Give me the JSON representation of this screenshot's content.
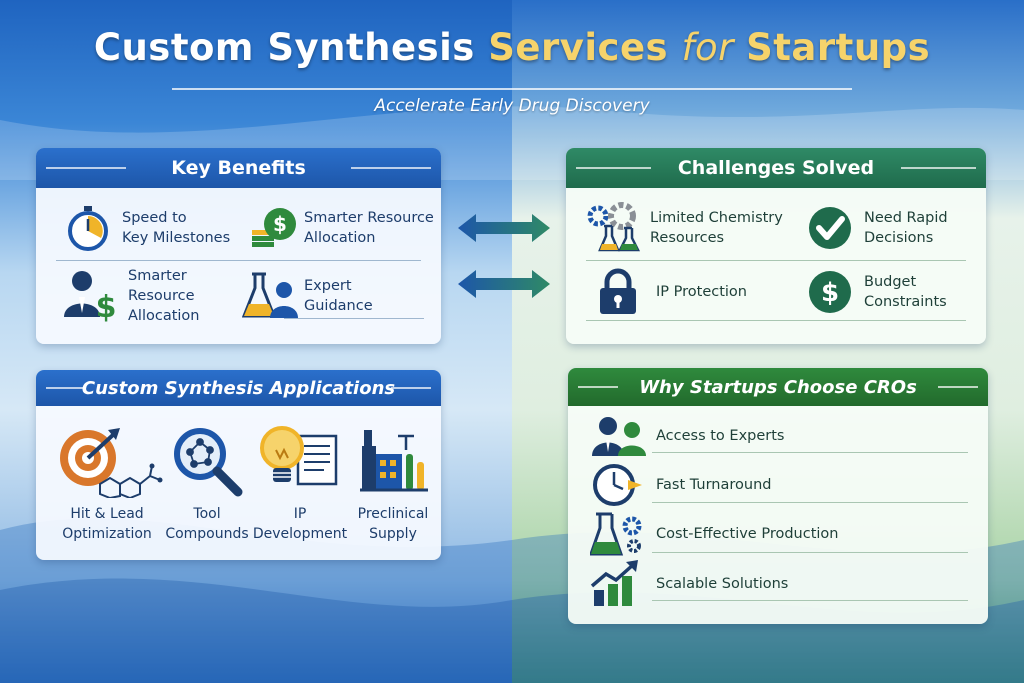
{
  "header": {
    "title_part1": "Custom Synthesis ",
    "title_part2": "Services ",
    "title_part3": "for ",
    "title_part4": "Startups",
    "subtitle": "Accelerate Early Drug Discovery"
  },
  "key_benefits": {
    "title": "Key Benefits",
    "items": [
      {
        "line1": "Speed to",
        "line2": "Key Milestones",
        "icon": "stopwatch-icon"
      },
      {
        "line1": "Smarter Resource",
        "line2": "Allocation",
        "icon": "money-icon"
      },
      {
        "line1": "Smarter",
        "line2": "Resource",
        "line3": "Allocation",
        "icon": "person-dollar-icon"
      },
      {
        "line1": "Expert",
        "line2": "Guidance",
        "icon": "flask-person-icon"
      }
    ]
  },
  "challenges": {
    "title": "Challenges Solved",
    "items": [
      {
        "line1": "Limited Chemistry",
        "line2": "Resources",
        "icon": "gears-flask-icon"
      },
      {
        "line1": "Need Rapid",
        "line2": "Decisions",
        "icon": "checkmark-icon"
      },
      {
        "line1": "IP Protection",
        "icon": "lock-icon"
      },
      {
        "line1": "Budget",
        "line2": "Constraints",
        "icon": "dollar-icon"
      }
    ]
  },
  "applications": {
    "title": "Custom Synthesis Applications",
    "items": [
      {
        "line1": "Hit & Lead",
        "line2": "Optimization",
        "icon": "target-molecule-icon"
      },
      {
        "line1": "Tool",
        "line2": "Compounds",
        "icon": "magnifier-molecule-icon"
      },
      {
        "line1": "IP",
        "line2": "Development",
        "icon": "lightbulb-document-icon"
      },
      {
        "line1": "Preclinical",
        "line2": "Supply",
        "icon": "factory-icon"
      }
    ]
  },
  "why_cros": {
    "title": "Why Startups Choose CROs",
    "items": [
      {
        "label": "Access to Experts",
        "icon": "experts-icon"
      },
      {
        "label": "Fast Turnaround",
        "icon": "clock-icon"
      },
      {
        "label": "Cost-Effective Production",
        "icon": "flask-gear-icon"
      },
      {
        "label": "Scalable Solutions",
        "icon": "growth-chart-icon"
      }
    ]
  },
  "colors": {
    "blue_header": "#1d56a9",
    "teal_header": "#1f6b4c",
    "green_header": "#226a2c",
    "gold": "#f6d36b",
    "navy_text": "#1d3d6b"
  }
}
